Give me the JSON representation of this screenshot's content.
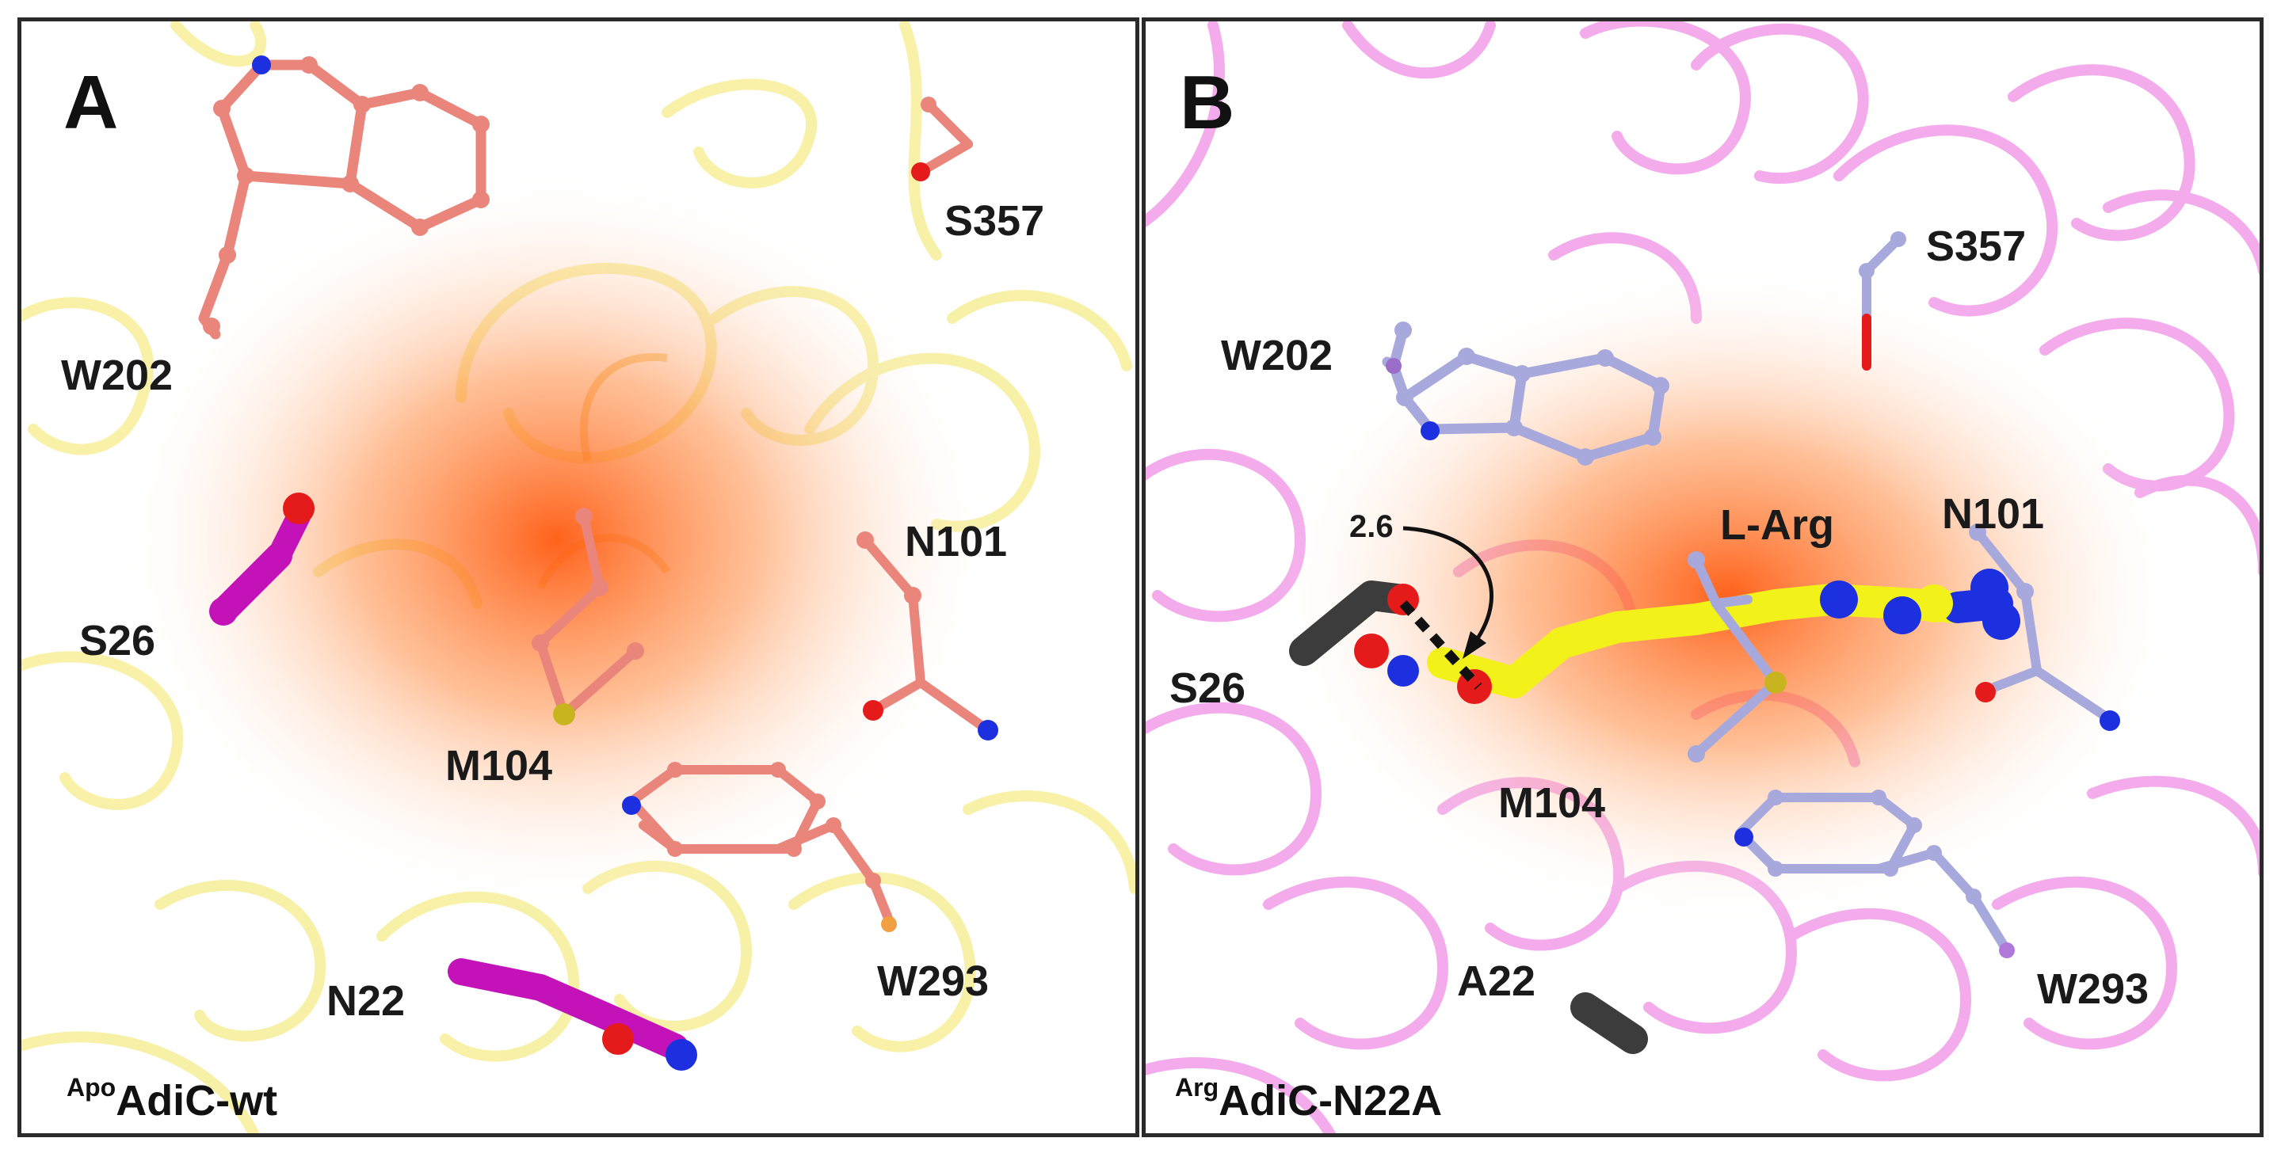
{
  "colors": {
    "apo_ribbon": "#f5ec8a",
    "arg_ribbon": "#ef8fe6",
    "apo_carbon": "#e9857b",
    "arg_carbon": "#a7a9dc",
    "ligand_carbon": "#f2f21a",
    "magenta_residue": "#c313b8",
    "dark_residue": "#3c3c3c",
    "oxygen": "#e51b1b",
    "nitrogen": "#1c30e0",
    "sulfur": "#c8b41e",
    "pocket_glow": "#ff5a10"
  },
  "panel_a": {
    "letter": "A",
    "caption_sup": "Apo",
    "caption_main": "AdiC-wt",
    "labels": {
      "w202": "W202",
      "s357": "S357",
      "s26": "S26",
      "n101": "N101",
      "m104": "M104",
      "n22": "N22",
      "w293": "W293"
    }
  },
  "panel_b": {
    "letter": "B",
    "caption_sup": "Arg",
    "caption_main": "AdiC-N22A",
    "labels": {
      "w202": "W202",
      "s357": "S357",
      "s26": "S26",
      "n101": "N101",
      "m104": "M104",
      "a22": "A22",
      "w293": "W293",
      "larg": "L-Arg"
    },
    "distance": "2.6"
  }
}
